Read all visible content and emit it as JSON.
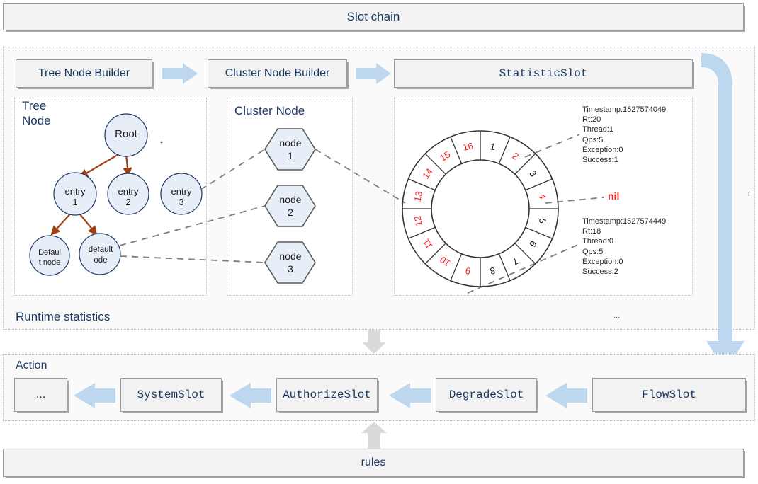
{
  "header": {
    "title": "Slot chain"
  },
  "pipeline_top": {
    "boxes": [
      {
        "label": "Tree Node Builder",
        "mono": false
      },
      {
        "label": "Cluster Node Builder",
        "mono": false
      },
      {
        "label": "StatisticSlot",
        "mono": true
      }
    ],
    "arrow_icon": "right-arrow-icon"
  },
  "runtime": {
    "section_label": "Runtime statistics",
    "ellipsis": "...",
    "tree_panel": {
      "title": "Tree\nNode"
    },
    "cluster_panel": {
      "title": "Cluster Node"
    },
    "tree_nodes": [
      {
        "id": "root",
        "label": "Root"
      },
      {
        "id": "entry1",
        "label": "entry\n1"
      },
      {
        "id": "entry2",
        "label": "entry\n2"
      },
      {
        "id": "entry3",
        "label": "entry\n3"
      },
      {
        "id": "defaultnode",
        "label": "Defaul\nt node"
      },
      {
        "id": "defaultode",
        "label": "default\node"
      }
    ],
    "cluster_nodes": [
      {
        "id": "node1",
        "label": "node\n1"
      },
      {
        "id": "node2",
        "label": "node\n2"
      },
      {
        "id": "node3",
        "label": "node\n3"
      }
    ],
    "ring": {
      "slots": [
        {
          "n": "1",
          "color": "black"
        },
        {
          "n": "2",
          "color": "red"
        },
        {
          "n": "3",
          "color": "black"
        },
        {
          "n": "4",
          "color": "red"
        },
        {
          "n": "5",
          "color": "black"
        },
        {
          "n": "6",
          "color": "black"
        },
        {
          "n": "7",
          "color": "black"
        },
        {
          "n": "8",
          "color": "black"
        },
        {
          "n": "9",
          "color": "red"
        },
        {
          "n": "10",
          "color": "red"
        },
        {
          "n": "11",
          "color": "red"
        },
        {
          "n": "12",
          "color": "red"
        },
        {
          "n": "13",
          "color": "red"
        },
        {
          "n": "14",
          "color": "red"
        },
        {
          "n": "15",
          "color": "red"
        },
        {
          "n": "16",
          "color": "red"
        }
      ]
    },
    "stats_top": "Timestamp:1527574049\nRt:20\nThread:1\nQps:5\nException:0\nSuccess:1",
    "stats_bottom": "Timestamp:1527574449\nRt:18\nThread:0\nQps:5\nException:0\nSuccess:2",
    "nil_label": "nil",
    "stray_letter": "r"
  },
  "action": {
    "section_label": "Action",
    "boxes": [
      {
        "label": "...",
        "mono": false
      },
      {
        "label": "SystemSlot",
        "mono": true
      },
      {
        "label": "AuthorizeSlot",
        "mono": true
      },
      {
        "label": "DegradeSlot",
        "mono": true
      },
      {
        "label": "FlowSlot",
        "mono": true
      }
    ],
    "arrow_icon": "left-arrow-icon"
  },
  "rules": {
    "label": "rules",
    "arrow_icon": "up-arrow-icon"
  },
  "colors": {
    "accent_blue_arrow": "#bdd7ee",
    "grey_arrow": "#d9d9d9",
    "node_fill": "#e8eef7",
    "node_stroke": "#1f3864",
    "tree_edge": "#a0400f",
    "dashed_link": "#7f7f7f",
    "box_text": "#17365d",
    "ring_red": "#ff2020",
    "ring_black": "#111111"
  }
}
